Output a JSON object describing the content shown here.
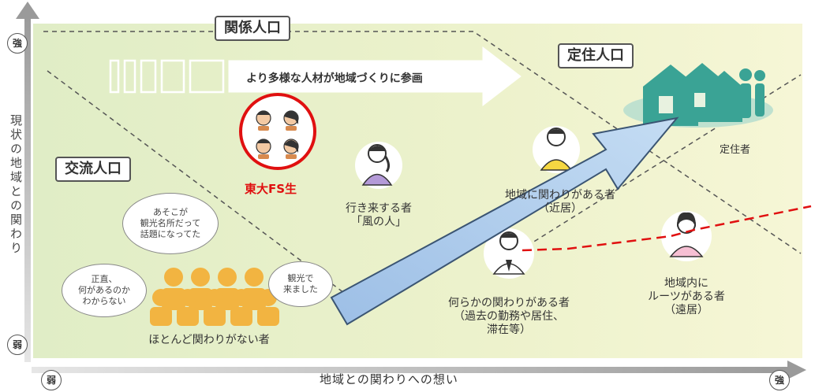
{
  "labels": {
    "kankei": "関係人口",
    "teiju": "定住人口",
    "koryu": "交流人口"
  },
  "axes": {
    "y_title": "現状の地域との関わり",
    "x_title": "地域との関わりへの想い",
    "strong": "強",
    "weak": "弱"
  },
  "banner": "より多様な人材が地域づくりに参画",
  "fs_students": "東大FS生",
  "people": {
    "resident": "定住者",
    "traveler_line1": "行き来する者",
    "traveler_line2": "「風の人」",
    "related_line1": "地域に関わりがある者",
    "related_line2": "（近居）",
    "some_line1": "何らかの関わりがある者",
    "some_line2": "（過去の勤務や居住、",
    "some_line3": "滞在等）",
    "roots_line1": "地域内に",
    "roots_line2": "ルーツがある者",
    "roots_line3": "（遠居）",
    "none": "ほとんど関わりがない者"
  },
  "bubbles": {
    "b1_l1": "あそこが",
    "b1_l2": "観光名所だって",
    "b1_l3": "話題になってた",
    "b2_l1": "正直、",
    "b2_l2": "何があるのか",
    "b2_l3": "わからない",
    "b3_l1": "観光で",
    "b3_l2": "来ました"
  },
  "colors": {
    "teal": "#3aa395",
    "orange": "#f2b441",
    "red": "#e01010",
    "blue_arrow": "#a9c8ea",
    "purple": "#b49ad8",
    "yellow_person": "#f5d742",
    "pink": "#f6bfd3",
    "bg_green": "#e2eec8",
    "bg_yellow": "#f3f4cf"
  }
}
